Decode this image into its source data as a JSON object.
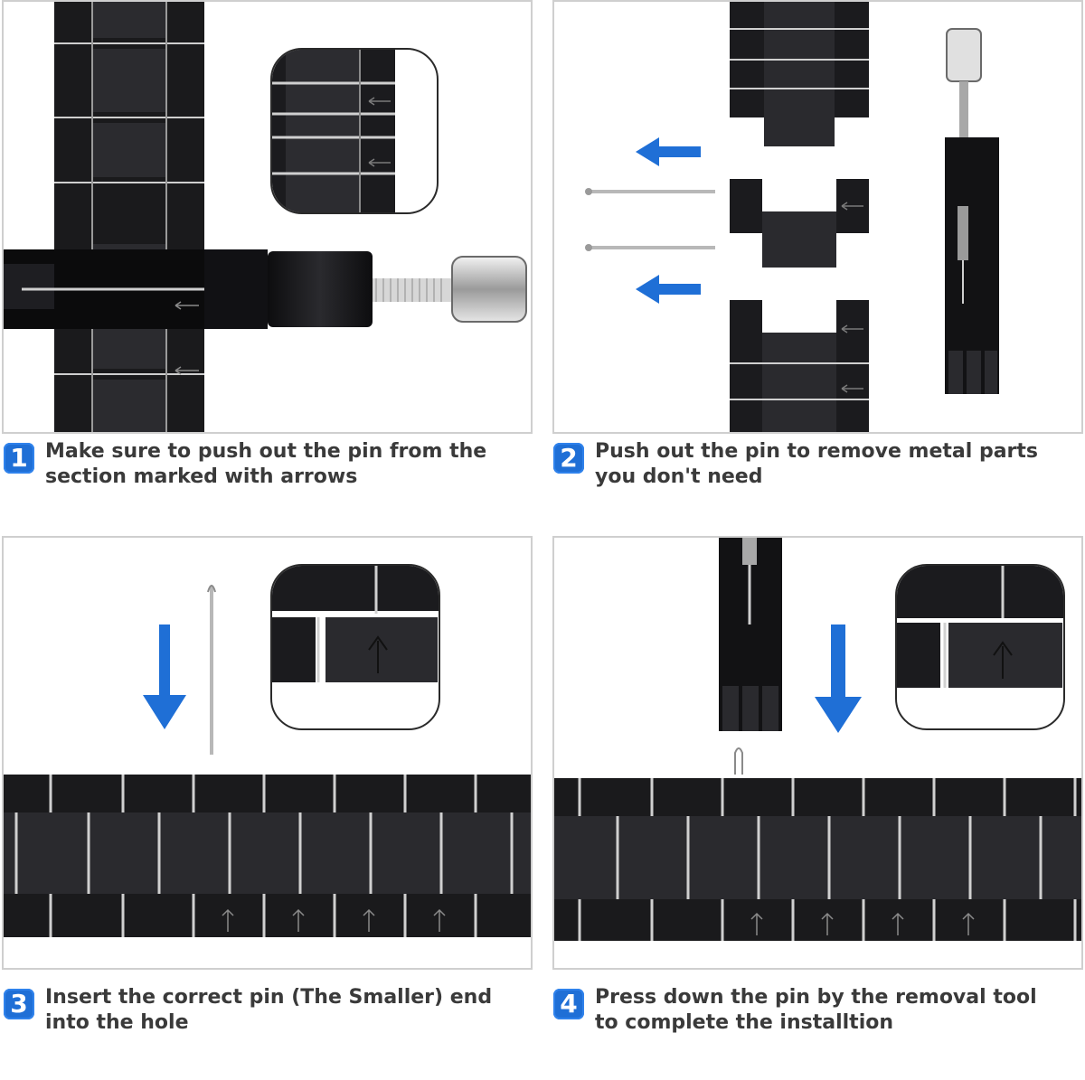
{
  "colors": {
    "accent": "#1f6fd6",
    "band": "#1c1c1e",
    "link_hi": "#2c2c2f",
    "text": "#3a3a3a"
  },
  "steps": [
    {
      "number": "1",
      "text": "Make sure to push out the pin from the section marked with arrows"
    },
    {
      "number": "2",
      "text": "Push out the pin to remove metal parts you don't need"
    },
    {
      "number": "3",
      "text": "Insert the correct pin (The Smaller) end into the hole"
    },
    {
      "number": "4",
      "text": "Press down the pin by the removal tool to complete the installtion"
    }
  ],
  "icons": [
    "arrow-left-icon",
    "arrow-down-icon",
    "arrow-up-icon",
    "arrow-left-small-icon"
  ]
}
